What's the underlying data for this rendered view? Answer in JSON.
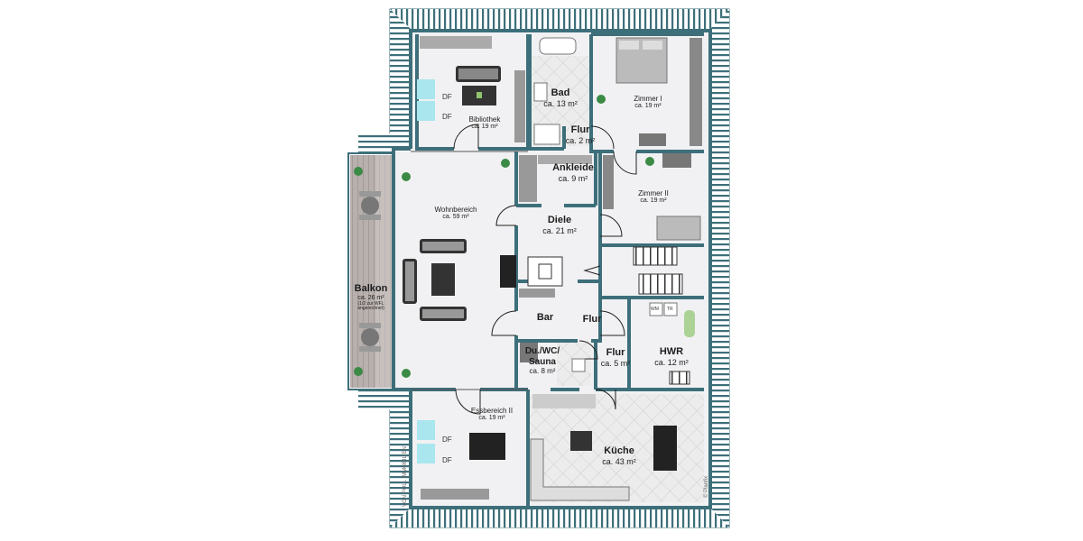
{
  "colors": {
    "wall": "#3d6f7a",
    "floor": "#f1f1f3",
    "roof_stripe": "#3d6f7a",
    "balcony_deck": "#b8b0ad",
    "window": "#a9e6ee",
    "kitchen_tile": "#e4e4e4"
  },
  "rooms": {
    "bibliothek": {
      "name": "Bibliothek",
      "area": "ca. 19 m²"
    },
    "bad": {
      "name": "Bad",
      "area": "ca. 13 m²"
    },
    "zimmer1": {
      "name": "Zimmer I",
      "area": "ca. 19 m²"
    },
    "flur1": {
      "name": "Flur",
      "area": "ca. 2 m²"
    },
    "ankleide": {
      "name": "Ankleide",
      "area": "ca. 9 m²"
    },
    "zimmer2": {
      "name": "Zimmer II",
      "area": "ca. 19 m²"
    },
    "wohnbereich": {
      "name": "Wohnbereich",
      "area": "ca. 59 m²"
    },
    "diele": {
      "name": "Diele",
      "area": "ca. 21 m²"
    },
    "balkon": {
      "name": "Balkon",
      "area": "ca. 26 m²",
      "note1": "(1/2 zur WFL",
      "note2": "angerechnet)"
    },
    "bar": {
      "name": "Bar"
    },
    "flur2": {
      "name": "Flur"
    },
    "dusauna": {
      "name1": "Du./WC/",
      "name2": "Sauna",
      "area": "ca. 8 m²"
    },
    "flur3": {
      "name": "Flur",
      "area": "ca. 5 m²"
    },
    "hwr": {
      "name": "HWR",
      "area": "ca. 12 m²"
    },
    "essbereich": {
      "name": "Essbereich II",
      "area": "ca. 19 m²"
    },
    "kueche": {
      "name": "Küche",
      "area": "ca. 43 m²"
    }
  },
  "skylights": [
    "DF",
    "DF",
    "DF",
    "DF"
  ],
  "appliances": {
    "washer": "WM",
    "dryer": "TR"
  },
  "watermarks": {
    "left": "VON POLL IMMOBILIEN",
    "right": "© Planfix"
  },
  "icons": [
    "plant-icon",
    "bed-icon",
    "sofa-icon",
    "table-icon",
    "stair-icon",
    "door-swing-icon"
  ]
}
